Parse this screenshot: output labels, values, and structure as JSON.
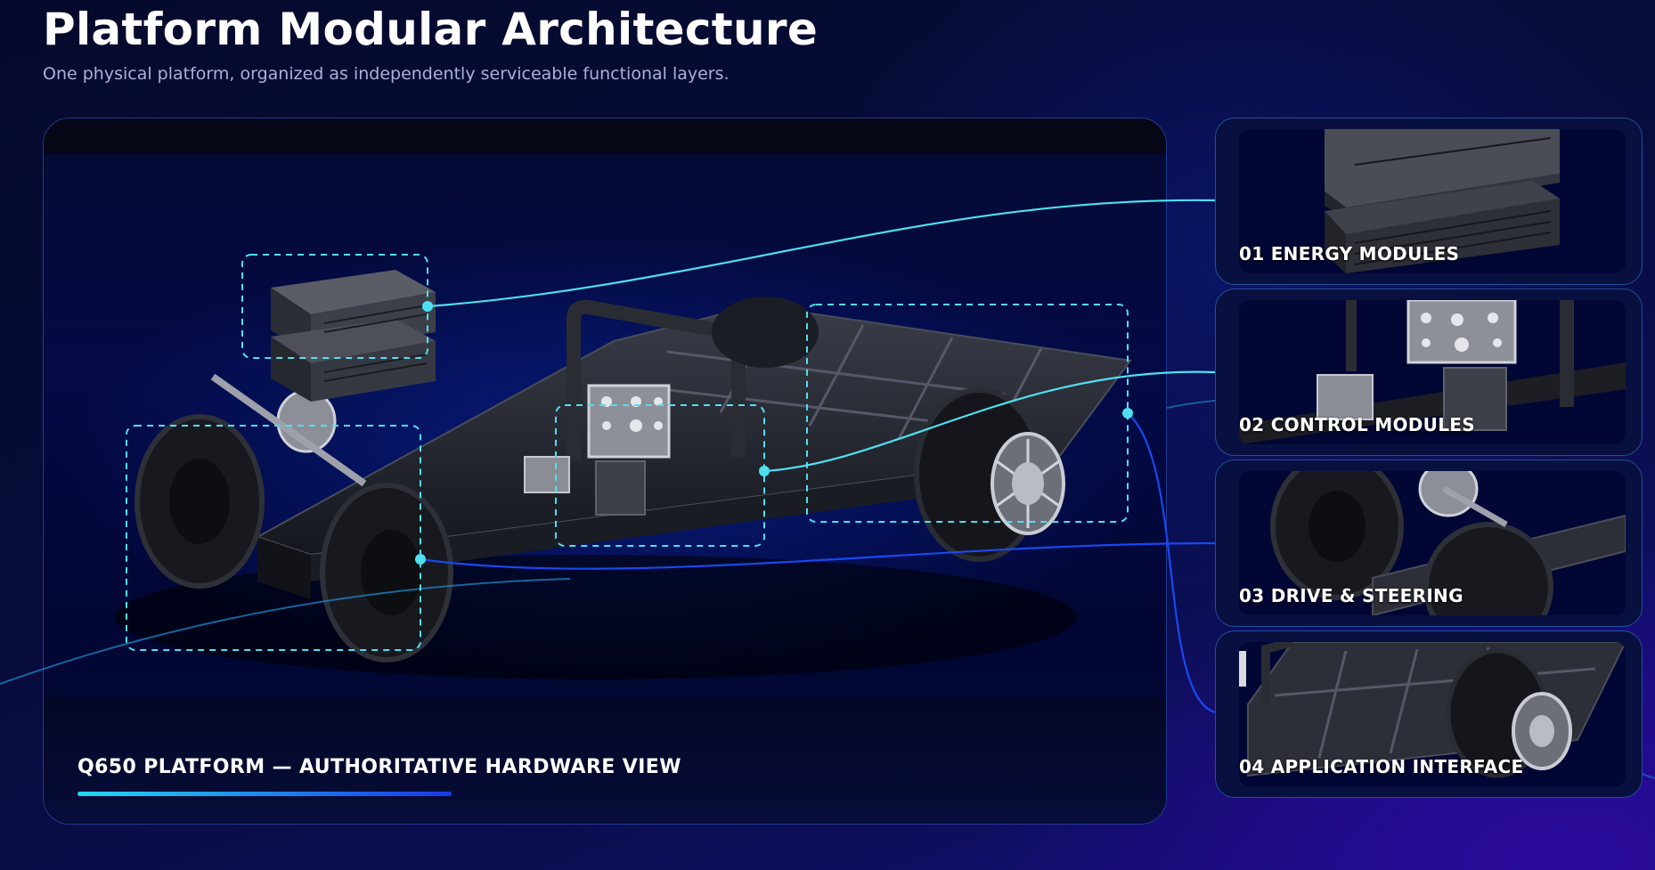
{
  "header": {
    "title": "Platform Modular Architecture",
    "subtitle": "One physical platform, organized as independently serviceable functional layers."
  },
  "hero": {
    "caption": "Q650 PLATFORM — AUTHORITATIVE HARDWARE VIEW",
    "image": "q650-platform-chassis-render"
  },
  "modules": [
    {
      "label": "01 ENERGY MODULES",
      "icon": "battery-pack-image"
    },
    {
      "label": "02 CONTROL MODULES",
      "icon": "controller-unit-image"
    },
    {
      "label": "03 DRIVE & STEERING",
      "icon": "drive-wheel-image"
    },
    {
      "label": "04 APPLICATION INTERFACE",
      "icon": "cargo-deck-image"
    }
  ],
  "colors": {
    "accent_cyan": "#4fe0f0",
    "accent_blue": "#1a38e8",
    "background": "#070c3a"
  }
}
